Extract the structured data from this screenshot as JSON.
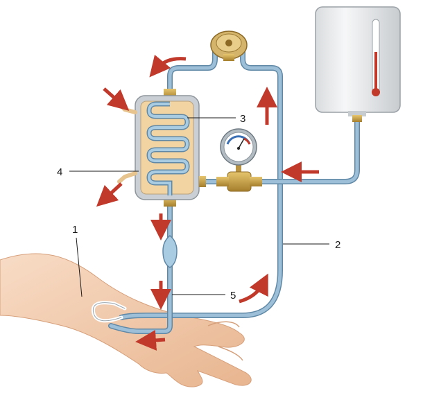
{
  "labels": {
    "l1": "1",
    "l2": "2",
    "l3": "3",
    "l4": "4",
    "l5": "5"
  },
  "colors": {
    "tube": "#8fb3cc",
    "tube_edge": "#5f88a6",
    "arrow": "#c0392b",
    "exchanger_frame": "#c9cfd4",
    "exchanger_fill": "#f2d3a2",
    "brass": "#c9a24a",
    "skin": "#f3c8a8",
    "tank": "#eceeef"
  },
  "icons": [
    "heat-exchanger-icon",
    "pressure-gauge-icon",
    "pump-icon",
    "water-tank-icon",
    "thermometer-icon",
    "drip-chamber-icon",
    "flow-arrow-icon",
    "forearm-icon",
    "hand-icon"
  ]
}
